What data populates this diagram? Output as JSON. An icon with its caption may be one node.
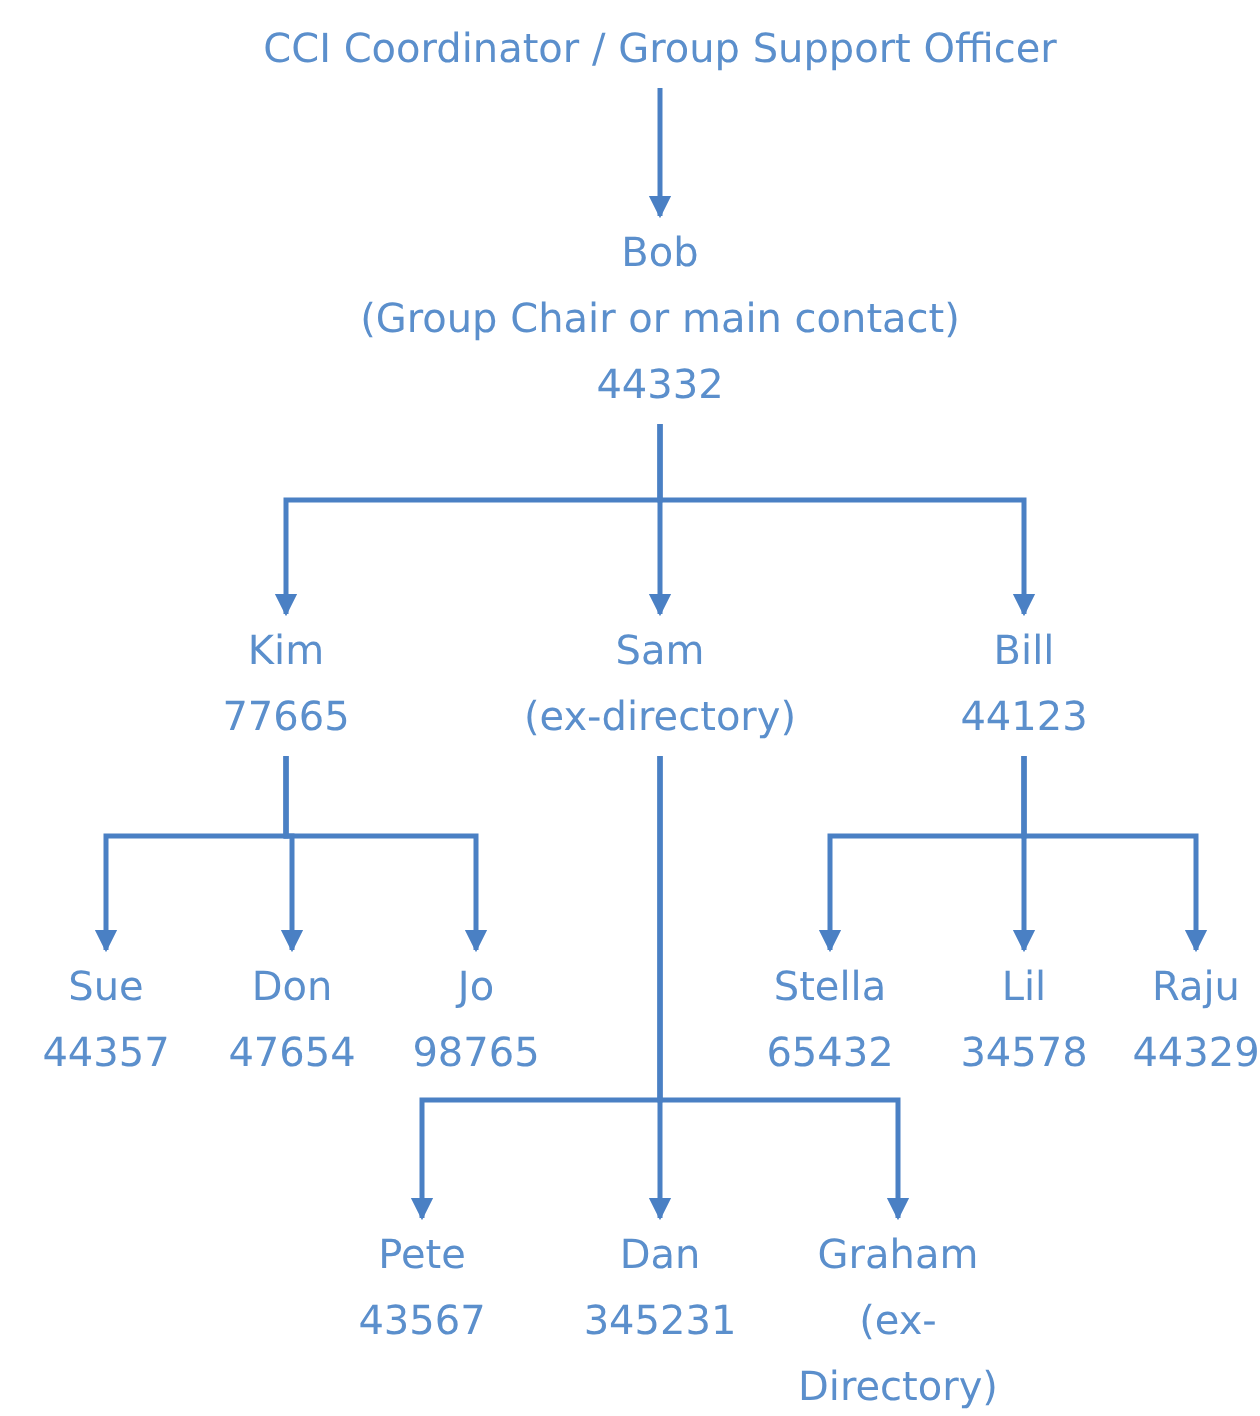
{
  "diagram": {
    "nodes": [
      {
        "text": [
          "CCI Coordinator / Group Support Officer"
        ]
      },
      {
        "text": [
          "Bob",
          "(Group Chair or main contact)",
          "44332"
        ]
      },
      {
        "text": [
          "Kim",
          "77665"
        ]
      },
      {
        "text": [
          "Sam",
          "(ex-directory)"
        ]
      },
      {
        "text": [
          "Bill",
          "44123"
        ]
      },
      {
        "text": [
          "Sue",
          "44357"
        ]
      },
      {
        "text": [
          "Don",
          "47654"
        ]
      },
      {
        "text": [
          "Jo",
          "98765"
        ]
      },
      {
        "text": [
          "Stella",
          "65432"
        ]
      },
      {
        "text": [
          "Lil",
          "34578"
        ]
      },
      {
        "text": [
          "Raju",
          "44329"
        ]
      },
      {
        "text": [
          "Pete",
          "43567"
        ]
      },
      {
        "text": [
          "Dan",
          "345231"
        ]
      },
      {
        "text": [
          "Graham",
          "(ex-Directory)"
        ]
      }
    ],
    "edges": [
      {
        "from": 0,
        "to": 1,
        "arrow": "to"
      },
      {
        "from": 1,
        "to": 2,
        "arrow": "to"
      },
      {
        "from": 1,
        "to": 3,
        "arrow": "to"
      },
      {
        "from": 1,
        "to": 4,
        "arrow": "to"
      },
      {
        "from": 2,
        "to": 5,
        "arrow": "to"
      },
      {
        "from": 2,
        "to": 6,
        "arrow": "to"
      },
      {
        "from": 2,
        "to": 7,
        "arrow": "to"
      },
      {
        "from": 4,
        "to": 8,
        "arrow": "to"
      },
      {
        "from": 4,
        "to": 9,
        "arrow": "to"
      },
      {
        "from": 4,
        "to": 10,
        "arrow": "to"
      },
      {
        "from": 3,
        "to": 11,
        "arrow": "to"
      },
      {
        "from": 3,
        "to": 12,
        "arrow": "to"
      },
      {
        "from": 3,
        "to": 13,
        "arrow": "to"
      }
    ]
  }
}
